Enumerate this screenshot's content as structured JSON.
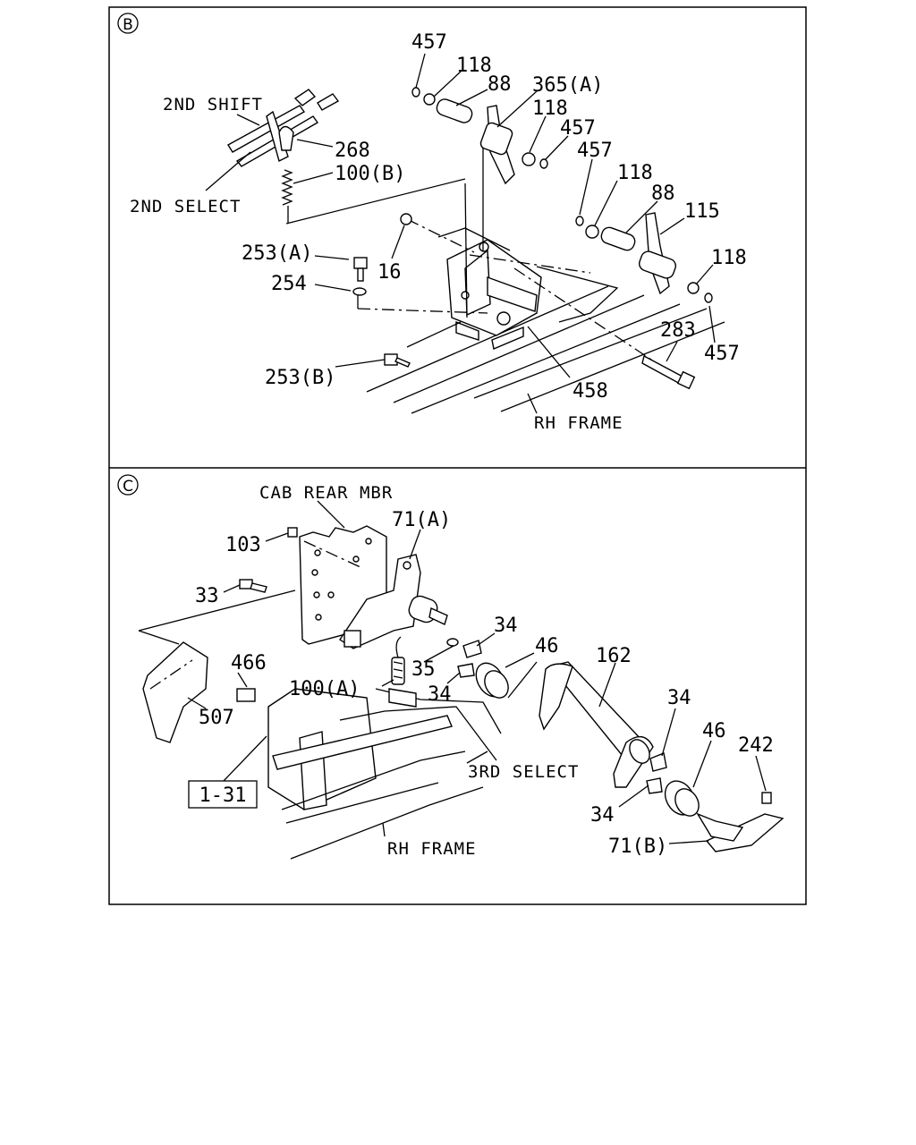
{
  "section_b": {
    "marker": "B",
    "captions": {
      "shift": "2ND SHIFT",
      "select": "2ND SELECT",
      "frame": "RH FRAME"
    },
    "labels": [
      "457",
      "118",
      "88",
      "365(A)",
      "118",
      "457",
      "457",
      "118",
      "88",
      "115",
      "118",
      "268",
      "100(B)",
      "253(A)",
      "16",
      "254",
      "253(B)",
      "283",
      "457",
      "458"
    ]
  },
  "section_c": {
    "marker": "C",
    "captions": {
      "cab": "CAB REAR MBR",
      "select": "3RD SELECT",
      "frame": "RH FRAME",
      "ref": "1-31"
    },
    "labels": [
      "71(A)",
      "103",
      "33",
      "34",
      "46",
      "35",
      "100(A)",
      "34",
      "162",
      "466",
      "507",
      "34",
      "46",
      "242",
      "34",
      "71(B)"
    ]
  }
}
